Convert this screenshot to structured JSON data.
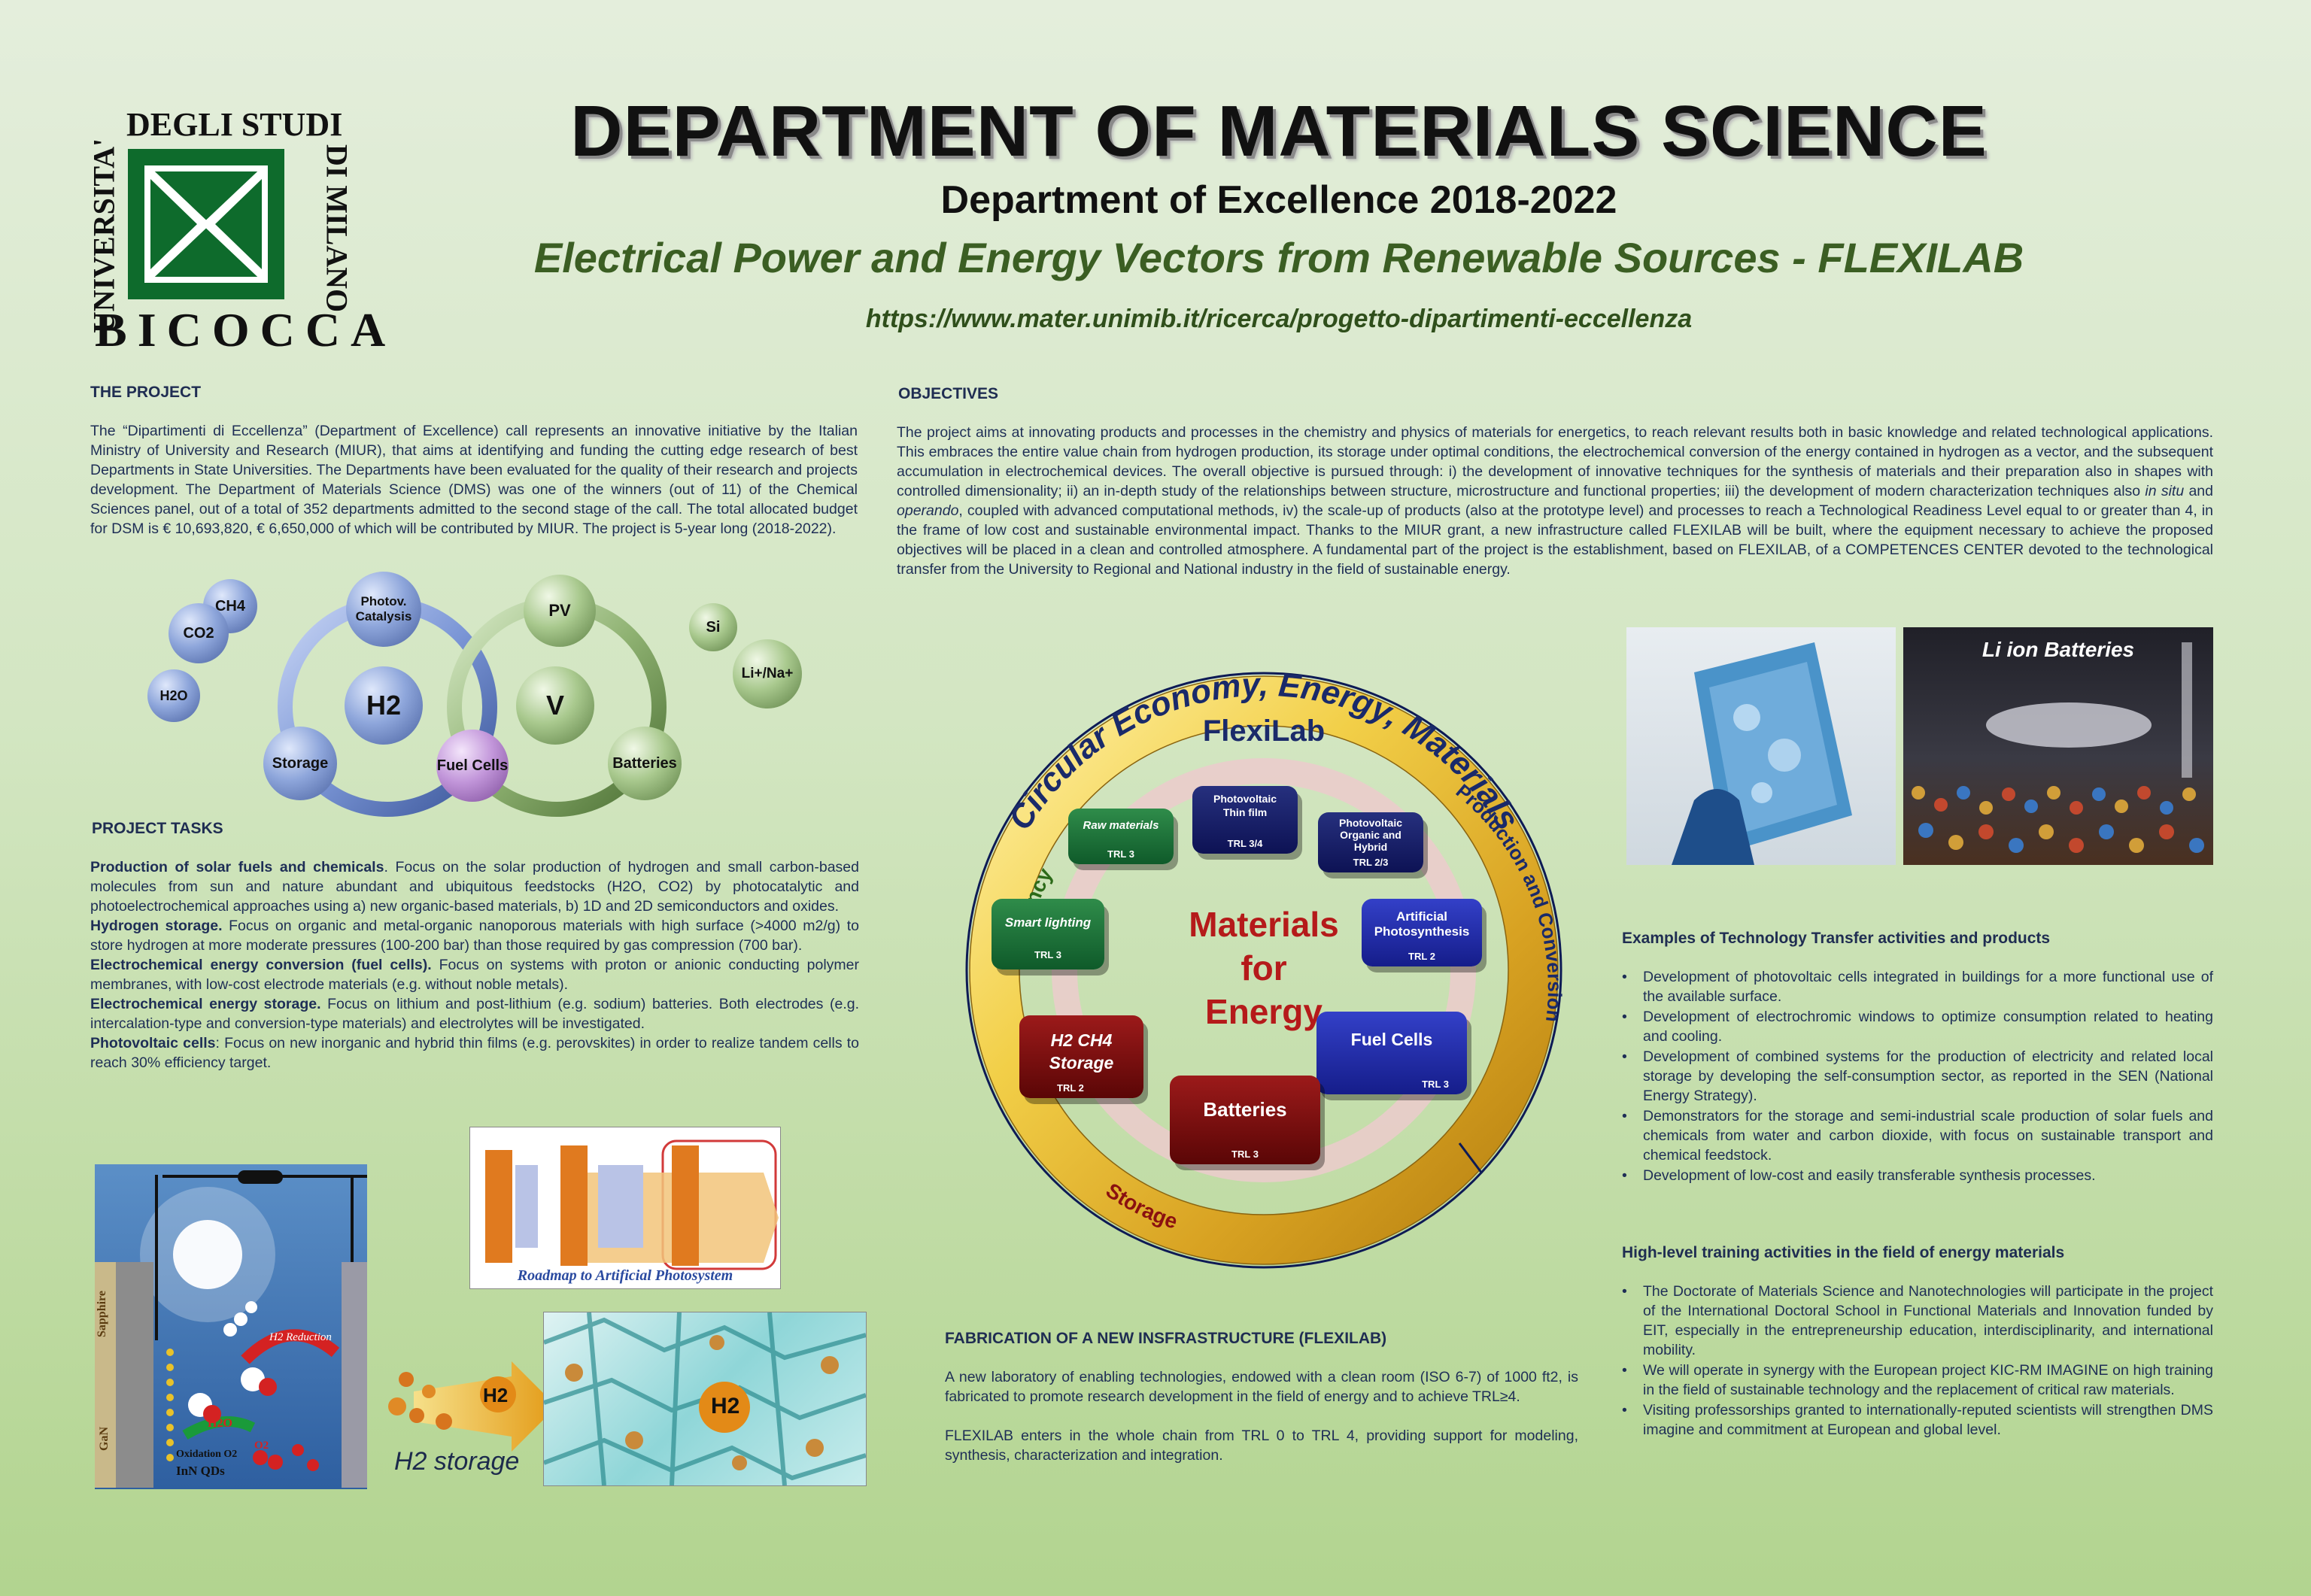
{
  "logo": {
    "word_top": "DEGLI STUDI",
    "word_left": "UNIVERSITA'",
    "word_right": "DI MILANO",
    "word_bottom": "BICOCCA",
    "green": "#0e6b2c"
  },
  "header": {
    "title": "DEPARTMENT OF MATERIALS SCIENCE",
    "subtitle": "Department of Excellence 2018-2022",
    "project_title": "Electrical Power and Energy Vectors from Renewable Sources - FLEXILAB",
    "url": "https://www.mater.unimib.it/ricerca/progetto-dipartimenti-eccellenza"
  },
  "project": {
    "heading": "THE PROJECT",
    "text": "The “Dipartimenti di Eccellenza” (Department of Excellence) call represents an innovative initiative by the Italian Ministry of University and Research (MIUR), that aims at identifying and funding the cutting edge research of best Departments in State Universities. The Departments have been evaluated for the quality of their research and projects development. The Department of Materials Science (DMS) was one of the winners (out of 11) of the Chemical Sciences panel, out of a total of 352 departments admitted to the second stage of the call. The total allocated  budget for DSM is € 10,693,820, € 6,650,000 of which will be contributed by MIUR. The project is 5-year long (2018-2022)."
  },
  "bubbles": {
    "ch4": "CH4",
    "co2": "CO2",
    "h2o": "H2O",
    "photov": "Photov. Catalysis",
    "h2": "H2",
    "storage": "Storage",
    "fuel_cells": "Fuel Cells",
    "pv": "PV",
    "v": "V",
    "batteries": "Batteries",
    "si": "Si",
    "li_na": "Li+/Na+"
  },
  "tasks": {
    "heading": "PROJECT TASKS",
    "items": [
      {
        "title": "Production of solar fuels and chemicals",
        "text": ". Focus on the solar production of hydrogen and small carbon-based molecules from sun and nature abundant and ubiquitous feedstocks (H2O, CO2) by photocatalytic and photoelectrochemical approaches using a) new organic-based materials, b) 1D and 2D semiconductors and oxides."
      },
      {
        "title": "Hydrogen storage.",
        "text": " Focus on organic and metal-organic nanoporous materials with high surface (>4000 m2/g) to store hydrogen at more moderate pressures (100-200 bar) than those required by gas compression (700 bar)."
      },
      {
        "title": "Electrochemical energy conversion (fuel cells).",
        "text": " Focus on systems with proton or anionic conducting polymer membranes, with low-cost electrode materials (e.g. without noble metals)."
      },
      {
        "title": "Electrochemical energy storage.",
        "text": " Focus on lithium and post-lithium (e.g. sodium) batteries. Both electrodes (e.g. intercalation-type and conversion-type materials) and electrolytes will be investigated."
      },
      {
        "title": "Photovoltaic cells",
        "text": ": Focus on new inorganic and hybrid thin films (e.g. perovskites) in order to realize tandem cells to reach 30% efficiency target."
      }
    ]
  },
  "figures": {
    "roadmap_caption": "Roadmap to Artificial Photosystem",
    "h2_storage_caption": "H2 storage",
    "h2_label": "H2",
    "qd_label": "InN QDs",
    "oxidation_label": "Oxidation O2",
    "reduction_label": "H2 Reduction",
    "sapphire": "Sapphire",
    "gan": "GaN",
    "o2": "O2",
    "h2o_mol": "H2O"
  },
  "objectives": {
    "heading": "OBJECTIVES",
    "text_before_insitu": "The project aims at innovating products and processes in the chemistry and physics of materials for energetics, to reach relevant results both in basic knowledge and related technological applications. This embraces the entire value chain from hydrogen production, its storage under optimal conditions, the electrochemical conversion of the energy contained in hydrogen as a vector, and the subsequent accumulation in electrochemical devices. The overall objective is pursued through: i) the development of innovative techniques for the synthesis of materials and their preparation also in shapes with controlled dimensionality; ii) an in-depth study of the relationships between structure, microstructure and functional properties; iii) the development of modern characterization techniques also ",
    "insitu": "in situ",
    "and": " and ",
    "operando": "operando",
    "text_after": ", coupled with advanced computational methods, iv) the scale-up of products (also at the prototype level) and processes to reach a Technological Readiness Level equal to or greater than 4, in the frame of low cost and sustainable environmental impact. Thanks to the MIUR grant, a new infrastructure called FLEXILAB will be built, where the equipment necessary to achieve the proposed objectives will be placed in a clean and controlled atmosphere. A fundamental part of the project is the establishment, based on FLEXILAB, of a COMPETENCES CENTER devoted to the technological transfer from the University to Regional and National industry in the field of sustainable energy."
  },
  "circle": {
    "arc_top": "Circular Economy, Energy, Materials",
    "flexilab": "FlexiLab",
    "efficiency": "Efficiency",
    "production": "Production and Conversion",
    "storage": "Storage",
    "center_1": "Materials",
    "center_2": "for",
    "center_3": "Energy",
    "tiles": {
      "raw": {
        "label": "Raw materials",
        "trl": "TRL 3"
      },
      "pvthin": {
        "label": "Photovoltaic Thin film",
        "trl": "TRL 3/4"
      },
      "pvorg": {
        "label": "Photovoltaic Organic and Hybrid",
        "trl": "TRL 2/3"
      },
      "smart": {
        "label": "Smart lighting",
        "trl": "TRL 3"
      },
      "artificial": {
        "label": "Artificial Photosynthesis",
        "trl": "TRL 2"
      },
      "h2ch4": {
        "label": "H2 CH4 Storage",
        "trl": "TRL 2"
      },
      "fuel": {
        "label": "Fuel Cells",
        "trl": "TRL 3"
      },
      "batteries": {
        "label": "Batteries",
        "trl": "TRL 3"
      }
    }
  },
  "photos": {
    "li_ion": "Li ion Batteries"
  },
  "fabrication": {
    "heading": "FABRICATION OF A NEW INSFRASTRUCTURE (FLEXILAB)",
    "p1": "A new laboratory of enabling technologies, endowed with a clean room (ISO 6-7) of 1000 ft2, is fabricated to promote research development in the field of energy and to achieve TRL≥4.",
    "p2": "FLEXILAB enters in the whole chain from TRL 0 to TRL 4, providing support for modeling, synthesis, characterization and integration."
  },
  "transfer": {
    "heading": "Examples of Technology  Transfer activities and products",
    "items": [
      "Development of photovoltaic cells integrated in buildings for a more functional use of the available surface.",
      "Development of electrochromic windows to optimize consumption related to heating and cooling.",
      "Development of combined systems for the production of electricity and related local storage by developing the self-consumption sector, as reported in the SEN (National Energy Strategy).",
      "Demonstrators for the storage and semi-industrial scale production of solar fuels and chemicals from water and carbon dioxide, with focus on sustainable transport and chemical feedstock.",
      "Development of low-cost and easily transferable synthesis processes."
    ]
  },
  "training": {
    "heading": "High-level training  activities in the field of energy materials",
    "items": [
      "The Doctorate of Materials Science and Nanotechnologies will participate in the project of the International Doctoral School in Functional Materials and Innovation funded by EIT, especially in the entrepreneurship education, interdisciplinarity, and international mobility.",
      "We will operate in synergy with the European project KIC-RM IMAGINE on high training in the field of sustainable technology and the replacement of critical raw materials.",
      "Visiting professorships granted to internationally-reputed scientists will strengthen DMS imagine and commitment at European and global level."
    ]
  }
}
